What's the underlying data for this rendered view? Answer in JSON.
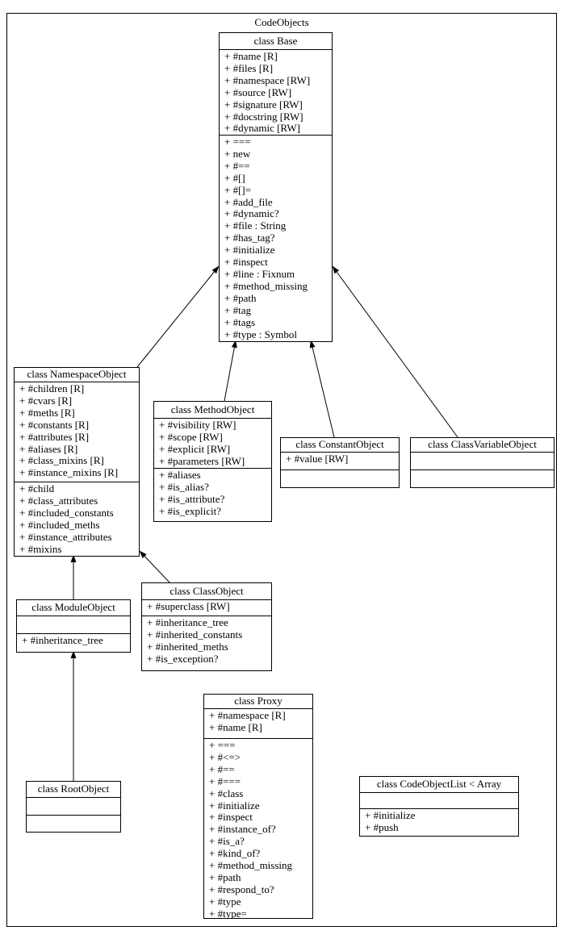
{
  "diagram_title": "CodeObjects",
  "classes": [
    {
      "id": "base",
      "title": "class Base",
      "attributes": [
        "+ #name [R]",
        "+ #files [R]",
        "+ #namespace [RW]",
        "+ #source [RW]",
        "+ #signature [RW]",
        "+ #docstring [RW]",
        "+ #dynamic [RW]"
      ],
      "methods": [
        "+ ===",
        "+ new",
        "+ #==",
        "+ #[]",
        "+ #[]=",
        "+ #add_file",
        "+ #dynamic?",
        "+ #file : String",
        "+ #has_tag?",
        "+ #initialize",
        "+ #inspect",
        "+ #line : Fixnum",
        "+ #method_missing",
        "+ #path",
        "+ #tag",
        "+ #tags",
        "+ #type : Symbol"
      ]
    },
    {
      "id": "namespaceobject",
      "title": "class NamespaceObject",
      "attributes": [
        "+ #children [R]",
        "+ #cvars [R]",
        "+ #meths [R]",
        "+ #constants [R]",
        "+ #attributes [R]",
        "+ #aliases [R]",
        "+ #class_mixins [R]",
        "+ #instance_mixins [R]"
      ],
      "methods": [
        "+ #child",
        "+ #class_attributes",
        "+ #included_constants",
        "+ #included_meths",
        "+ #instance_attributes",
        "+ #mixins"
      ]
    },
    {
      "id": "methodobject",
      "title": "class MethodObject",
      "attributes": [
        "+ #visibility [RW]",
        "+ #scope [RW]",
        "+ #explicit [RW]",
        "+ #parameters [RW]"
      ],
      "methods": [
        "+ #aliases",
        "+ #is_alias?",
        "+ #is_attribute?",
        "+ #is_explicit?"
      ]
    },
    {
      "id": "constantobject",
      "title": "class ConstantObject",
      "attributes": [
        "+ #value [RW]"
      ],
      "methods": []
    },
    {
      "id": "classvariableobject",
      "title": "class ClassVariableObject",
      "attributes": [],
      "methods": []
    },
    {
      "id": "moduleobject",
      "title": "class ModuleObject",
      "attributes": [],
      "methods": [
        "+ #inheritance_tree"
      ]
    },
    {
      "id": "classobject",
      "title": "class ClassObject",
      "attributes": [
        "+ #superclass [RW]"
      ],
      "methods": [
        "+ #inheritance_tree",
        "+ #inherited_constants",
        "+ #inherited_meths",
        "+ #is_exception?"
      ]
    },
    {
      "id": "rootobject",
      "title": "class RootObject",
      "attributes": [],
      "methods": []
    },
    {
      "id": "proxy",
      "title": "class Proxy",
      "attributes": [
        "+ #namespace [R]",
        "+ #name [R]"
      ],
      "methods": [
        "+ ===",
        "+ #<=>",
        "+ #==",
        "+ #===",
        "+ #class",
        "+ #initialize",
        "+ #inspect",
        "+ #instance_of?",
        "+ #is_a?",
        "+ #kind_of?",
        "+ #method_missing",
        "+ #path",
        "+ #respond_to?",
        "+ #type",
        "+ #type="
      ]
    },
    {
      "id": "codeobjectlist",
      "title": "class CodeObjectList < Array",
      "attributes": [],
      "methods": [
        "+ #initialize",
        "+ #push"
      ]
    }
  ],
  "inheritance_edges": [
    {
      "from": "NamespaceObject",
      "to": "Base"
    },
    {
      "from": "MethodObject",
      "to": "Base"
    },
    {
      "from": "ConstantObject",
      "to": "Base"
    },
    {
      "from": "ClassVariableObject",
      "to": "Base"
    },
    {
      "from": "ModuleObject",
      "to": "NamespaceObject"
    },
    {
      "from": "ClassObject",
      "to": "NamespaceObject"
    },
    {
      "from": "RootObject",
      "to": "ModuleObject"
    }
  ],
  "colors": {
    "background": "#ffffff",
    "line": "#000000",
    "text": "#000000"
  }
}
